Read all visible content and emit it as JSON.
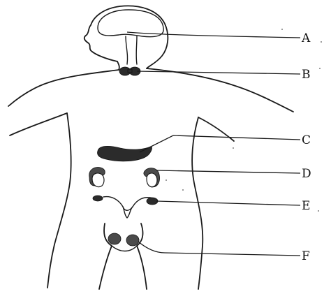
{
  "labels": {
    "A": "A",
    "B": "B",
    "C": "C",
    "D": "D",
    "E": "E",
    "F": "F"
  },
  "colors": {
    "ink": "#1a1a1a",
    "gland": "#2b2b2b",
    "background": "#ffffff"
  }
}
